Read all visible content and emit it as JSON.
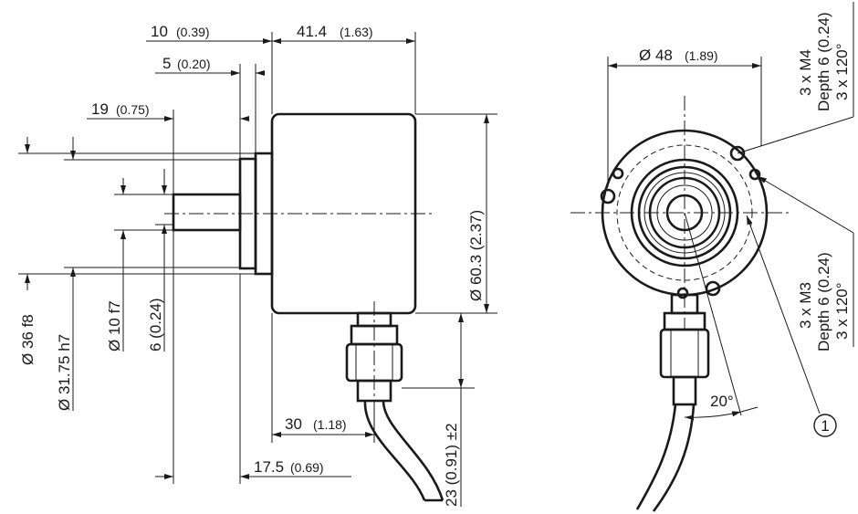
{
  "side_view": {
    "dim_10": {
      "main": "10",
      "alt": "(0.39)"
    },
    "dim_41_4": {
      "main": "41.4",
      "alt": "(1.63)"
    },
    "dim_5": {
      "main": "5",
      "alt": "(0.20)"
    },
    "dim_19": {
      "main": "19",
      "alt": "(0.75)"
    },
    "dim_d36": "Ø 36 f8",
    "dim_d31_75": "Ø 31.75 h7",
    "dim_d10": "Ø 10 f7",
    "dim_6": "6 (0.24)",
    "dim_d60_3": "Ø 60.3 (2.37)",
    "dim_30": {
      "main": "30",
      "alt": "(1.18)"
    },
    "dim_17_5": {
      "main": "17.5",
      "alt": "(0.69)"
    },
    "dim_23": "23 (0.91) ±2"
  },
  "front_view": {
    "dim_d48": {
      "main": "Ø 48",
      "alt": "(1.89)"
    },
    "m4_note": [
      "3 x M4",
      "Depth 6 (0.24)",
      "3 x 120°"
    ],
    "m3_note": [
      "3 x M3",
      "Depth 6 (0.24)",
      "3 x 120°"
    ],
    "angle": "20°",
    "callout": "1"
  }
}
